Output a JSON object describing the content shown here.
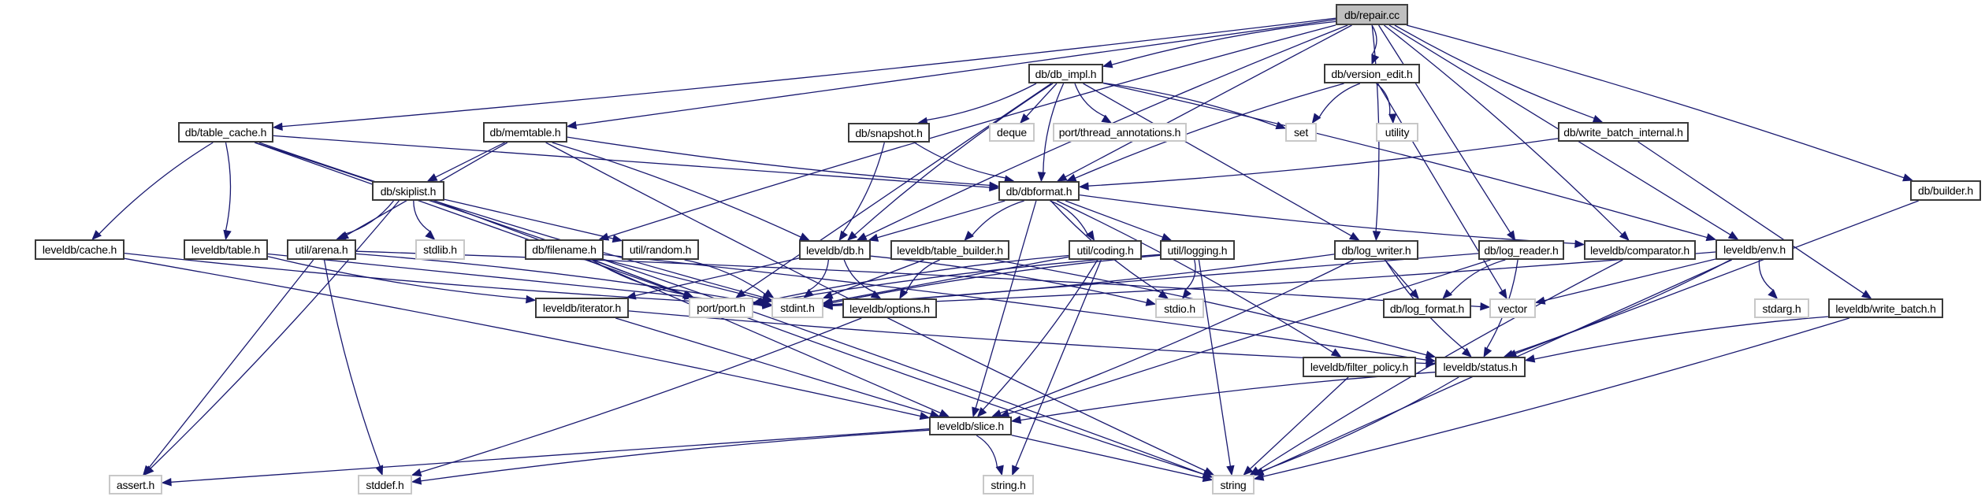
{
  "graph": {
    "title": "db/repair.cc",
    "colors": {
      "edge": "#191970",
      "root_fill": "#bfbfbf",
      "node_border": "#3a3a3a",
      "external_border": "#c8c8c8"
    },
    "nodes": [
      {
        "id": "repair_cc",
        "label": "db/repair.cc",
        "kind": "root"
      },
      {
        "id": "db_impl_h",
        "label": "db/db_impl.h",
        "kind": "documented"
      },
      {
        "id": "version_edit_h",
        "label": "db/version_edit.h",
        "kind": "documented"
      },
      {
        "id": "table_cache_h",
        "label": "db/table_cache.h",
        "kind": "documented"
      },
      {
        "id": "memtable_h",
        "label": "db/memtable.h",
        "kind": "documented"
      },
      {
        "id": "snapshot_h",
        "label": "db/snapshot.h",
        "kind": "documented"
      },
      {
        "id": "deque",
        "label": "deque",
        "kind": "external"
      },
      {
        "id": "thread_annotations_h",
        "label": "port/thread_annotations.h",
        "kind": "external"
      },
      {
        "id": "set",
        "label": "set",
        "kind": "external"
      },
      {
        "id": "utility",
        "label": "utility",
        "kind": "external"
      },
      {
        "id": "write_batch_internal_h",
        "label": "db/write_batch_internal.h",
        "kind": "documented"
      },
      {
        "id": "skiplist_h",
        "label": "db/skiplist.h",
        "kind": "documented"
      },
      {
        "id": "dbformat_h",
        "label": "db/dbformat.h",
        "kind": "documented"
      },
      {
        "id": "builder_h",
        "label": "db/builder.h",
        "kind": "documented"
      },
      {
        "id": "cache_h",
        "label": "leveldb/cache.h",
        "kind": "documented"
      },
      {
        "id": "table_h",
        "label": "leveldb/table.h",
        "kind": "documented"
      },
      {
        "id": "arena_h",
        "label": "util/arena.h",
        "kind": "documented"
      },
      {
        "id": "stdlib_h",
        "label": "stdlib.h",
        "kind": "external"
      },
      {
        "id": "filename_h",
        "label": "db/filename.h",
        "kind": "documented"
      },
      {
        "id": "random_h",
        "label": "util/random.h",
        "kind": "documented"
      },
      {
        "id": "leveldb_db_h",
        "label": "leveldb/db.h",
        "kind": "documented"
      },
      {
        "id": "table_builder_h",
        "label": "leveldb/table_builder.h",
        "kind": "documented"
      },
      {
        "id": "coding_h",
        "label": "util/coding.h",
        "kind": "documented"
      },
      {
        "id": "logging_h",
        "label": "util/logging.h",
        "kind": "documented"
      },
      {
        "id": "log_writer_h",
        "label": "db/log_writer.h",
        "kind": "documented"
      },
      {
        "id": "log_reader_h",
        "label": "db/log_reader.h",
        "kind": "documented"
      },
      {
        "id": "comparator_h",
        "label": "leveldb/comparator.h",
        "kind": "documented"
      },
      {
        "id": "env_h",
        "label": "leveldb/env.h",
        "kind": "documented"
      },
      {
        "id": "iterator_h",
        "label": "leveldb/iterator.h",
        "kind": "documented"
      },
      {
        "id": "port_h",
        "label": "port/port.h",
        "kind": "external"
      },
      {
        "id": "stdint_h",
        "label": "stdint.h",
        "kind": "external"
      },
      {
        "id": "options_h",
        "label": "leveldb/options.h",
        "kind": "documented"
      },
      {
        "id": "stdio_h",
        "label": "stdio.h",
        "kind": "external"
      },
      {
        "id": "log_format_h",
        "label": "db/log_format.h",
        "kind": "documented"
      },
      {
        "id": "vector",
        "label": "vector",
        "kind": "external"
      },
      {
        "id": "stdarg_h",
        "label": "stdarg.h",
        "kind": "external"
      },
      {
        "id": "write_batch_h",
        "label": "leveldb/write_batch.h",
        "kind": "documented"
      },
      {
        "id": "filter_policy_h",
        "label": "leveldb/filter_policy.h",
        "kind": "documented"
      },
      {
        "id": "status_h",
        "label": "leveldb/status.h",
        "kind": "documented"
      },
      {
        "id": "slice_h",
        "label": "leveldb/slice.h",
        "kind": "documented"
      },
      {
        "id": "assert_h",
        "label": "assert.h",
        "kind": "external"
      },
      {
        "id": "stddef_h",
        "label": "stddef.h",
        "kind": "external"
      },
      {
        "id": "string_h",
        "label": "string.h",
        "kind": "external"
      },
      {
        "id": "string",
        "label": "string",
        "kind": "external"
      }
    ],
    "edges": [
      [
        "repair_cc",
        "table_cache_h"
      ],
      [
        "repair_cc",
        "memtable_h"
      ],
      [
        "repair_cc",
        "db_impl_h"
      ],
      [
        "repair_cc",
        "version_edit_h"
      ],
      [
        "repair_cc",
        "dbformat_h"
      ],
      [
        "repair_cc",
        "filename_h"
      ],
      [
        "repair_cc",
        "log_writer_h"
      ],
      [
        "repair_cc",
        "log_reader_h"
      ],
      [
        "repair_cc",
        "leveldb_db_h"
      ],
      [
        "repair_cc",
        "comparator_h"
      ],
      [
        "repair_cc",
        "env_h"
      ],
      [
        "repair_cc",
        "write_batch_internal_h"
      ],
      [
        "repair_cc",
        "builder_h"
      ],
      [
        "table_cache_h",
        "dbformat_h"
      ],
      [
        "table_cache_h",
        "cache_h"
      ],
      [
        "table_cache_h",
        "table_h"
      ],
      [
        "table_cache_h",
        "port_h"
      ],
      [
        "table_cache_h",
        "stdint_h"
      ],
      [
        "table_cache_h",
        "string"
      ],
      [
        "memtable_h",
        "skiplist_h"
      ],
      [
        "memtable_h",
        "dbformat_h"
      ],
      [
        "memtable_h",
        "leveldb_db_h"
      ],
      [
        "memtable_h",
        "arena_h"
      ],
      [
        "memtable_h",
        "string"
      ],
      [
        "skiplist_h",
        "arena_h"
      ],
      [
        "skiplist_h",
        "random_h"
      ],
      [
        "skiplist_h",
        "stdlib_h"
      ],
      [
        "skiplist_h",
        "assert_h"
      ],
      [
        "skiplist_h",
        "port_h"
      ],
      [
        "db_impl_h",
        "dbformat_h"
      ],
      [
        "db_impl_h",
        "snapshot_h"
      ],
      [
        "db_impl_h",
        "deque"
      ],
      [
        "db_impl_h",
        "thread_annotations_h"
      ],
      [
        "db_impl_h",
        "set"
      ],
      [
        "db_impl_h",
        "log_writer_h"
      ],
      [
        "db_impl_h",
        "leveldb_db_h"
      ],
      [
        "db_impl_h",
        "env_h"
      ],
      [
        "db_impl_h",
        "port_h"
      ],
      [
        "version_edit_h",
        "set"
      ],
      [
        "version_edit_h",
        "utility"
      ],
      [
        "version_edit_h",
        "vector"
      ],
      [
        "version_edit_h",
        "dbformat_h"
      ],
      [
        "write_batch_internal_h",
        "dbformat_h"
      ],
      [
        "write_batch_internal_h",
        "write_batch_h"
      ],
      [
        "snapshot_h",
        "dbformat_h"
      ],
      [
        "snapshot_h",
        "leveldb_db_h"
      ],
      [
        "dbformat_h",
        "leveldb_db_h"
      ],
      [
        "dbformat_h",
        "table_builder_h"
      ],
      [
        "dbformat_h",
        "coding_h"
      ],
      [
        "dbformat_h",
        "logging_h"
      ],
      [
        "dbformat_h",
        "comparator_h"
      ],
      [
        "dbformat_h",
        "filter_policy_h"
      ],
      [
        "dbformat_h",
        "slice_h"
      ],
      [
        "dbformat_h",
        "stdio_h"
      ],
      [
        "leveldb_db_h",
        "stdint_h"
      ],
      [
        "leveldb_db_h",
        "iterator_h"
      ],
      [
        "leveldb_db_h",
        "options_h"
      ],
      [
        "leveldb_db_h",
        "stdio_h"
      ],
      [
        "table_builder_h",
        "stdint_h"
      ],
      [
        "table_builder_h",
        "options_h"
      ],
      [
        "table_builder_h",
        "status_h"
      ],
      [
        "coding_h",
        "stdint_h"
      ],
      [
        "coding_h",
        "port_h"
      ],
      [
        "coding_h",
        "slice_h"
      ],
      [
        "coding_h",
        "string_h"
      ],
      [
        "logging_h",
        "stdint_h"
      ],
      [
        "logging_h",
        "stdio_h"
      ],
      [
        "logging_h",
        "string"
      ],
      [
        "logging_h",
        "port_h"
      ],
      [
        "log_writer_h",
        "stdint_h"
      ],
      [
        "log_writer_h",
        "log_format_h"
      ],
      [
        "log_writer_h",
        "status_h"
      ],
      [
        "log_writer_h",
        "slice_h"
      ],
      [
        "log_reader_h",
        "stdint_h"
      ],
      [
        "log_reader_h",
        "log_format_h"
      ],
      [
        "log_reader_h",
        "status_h"
      ],
      [
        "log_reader_h",
        "slice_h"
      ],
      [
        "comparator_h",
        "string"
      ],
      [
        "env_h",
        "stdint_h"
      ],
      [
        "env_h",
        "vector"
      ],
      [
        "env_h",
        "stdarg_h"
      ],
      [
        "env_h",
        "status_h"
      ],
      [
        "env_h",
        "string"
      ],
      [
        "cache_h",
        "stdint_h"
      ],
      [
        "cache_h",
        "slice_h"
      ],
      [
        "table_h",
        "stdint_h"
      ],
      [
        "table_h",
        "iterator_h"
      ],
      [
        "arena_h",
        "stdint_h"
      ],
      [
        "arena_h",
        "assert_h"
      ],
      [
        "arena_h",
        "stddef_h"
      ],
      [
        "arena_h",
        "vector"
      ],
      [
        "filename_h",
        "stdint_h"
      ],
      [
        "filename_h",
        "port_h"
      ],
      [
        "filename_h",
        "status_h"
      ],
      [
        "filename_h",
        "slice_h"
      ],
      [
        "filename_h",
        "string"
      ],
      [
        "random_h",
        "stdint_h"
      ],
      [
        "iterator_h",
        "slice_h"
      ],
      [
        "iterator_h",
        "status_h"
      ],
      [
        "options_h",
        "stddef_h"
      ],
      [
        "filter_policy_h",
        "string"
      ],
      [
        "status_h",
        "slice_h"
      ],
      [
        "status_h",
        "string"
      ],
      [
        "slice_h",
        "assert_h"
      ],
      [
        "slice_h",
        "stddef_h"
      ],
      [
        "slice_h",
        "string_h"
      ],
      [
        "slice_h",
        "string"
      ],
      [
        "write_batch_h",
        "status_h"
      ],
      [
        "write_batch_h",
        "string"
      ],
      [
        "builder_h",
        "status_h"
      ]
    ]
  }
}
